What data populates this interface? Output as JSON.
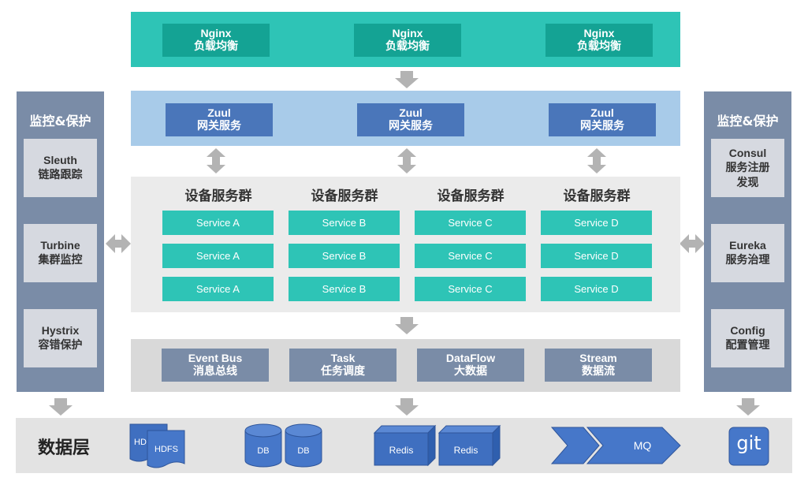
{
  "nginx": [
    {
      "name": "Nginx",
      "sub": "负载均衡"
    },
    {
      "name": "Nginx",
      "sub": "负载均衡"
    },
    {
      "name": "Nginx",
      "sub": "负载均衡"
    }
  ],
  "zuul": [
    {
      "name": "Zuul",
      "sub": "网关服务"
    },
    {
      "name": "Zuul",
      "sub": "网关服务"
    },
    {
      "name": "Zuul",
      "sub": "网关服务"
    }
  ],
  "groups": [
    {
      "title": "设备服务群",
      "services": [
        "Service A",
        "Service A",
        "Service A"
      ]
    },
    {
      "title": "设备服务群",
      "services": [
        "Service B",
        "Service B",
        "Service B"
      ]
    },
    {
      "title": "设备服务群",
      "services": [
        "Service C",
        "Service C",
        "Service C"
      ]
    },
    {
      "title": "设备服务群",
      "services": [
        "Service D",
        "Service D",
        "Service D"
      ]
    }
  ],
  "bus": [
    {
      "name": "Event Bus",
      "sub": "消息总线"
    },
    {
      "name": "Task",
      "sub": "任务调度"
    },
    {
      "name": "DataFlow",
      "sub": "大数据"
    },
    {
      "name": "Stream",
      "sub": "数据流"
    }
  ],
  "left_panel": {
    "title": "监控&保护",
    "items": [
      {
        "name": "Sleuth",
        "sub": "链路跟踪"
      },
      {
        "name": "Turbine",
        "sub": "集群监控"
      },
      {
        "name": "Hystrix",
        "sub": "容错保护"
      }
    ]
  },
  "right_panel": {
    "title": "监控&保护",
    "items": [
      {
        "name": "Consul",
        "sub": "服务注册",
        "sub2": "发现"
      },
      {
        "name": "Eureka",
        "sub": "服务治理",
        "sub2": ""
      },
      {
        "name": "Config",
        "sub": "配置管理",
        "sub2": ""
      }
    ]
  },
  "data_layer": {
    "title": "数据层",
    "hdfs_back": "HD",
    "hdfs_front": "HDFS",
    "db1": "DB",
    "db2": "DB",
    "redis1": "Redis",
    "redis2": "Redis",
    "mq": "MQ",
    "git": "git"
  },
  "colors": {
    "teal": "#2ec4b6",
    "teal_dark": "#14a394",
    "blue": "#4a76ba",
    "slate": "#7a8ca7",
    "arrow": "#b3b3b3"
  }
}
